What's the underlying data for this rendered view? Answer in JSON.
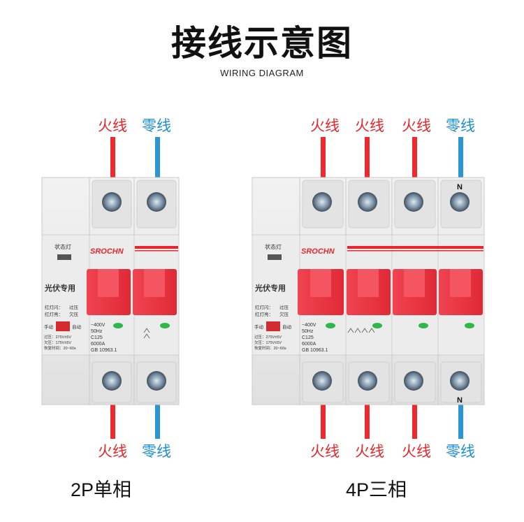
{
  "header": {
    "title": "接线示意图",
    "subtitle": "WIRING DIAGRAM"
  },
  "labels": {
    "live": "火线",
    "neutral": "零线"
  },
  "captions": {
    "two_pole": "2P单相",
    "four_pole": "4P三相"
  },
  "breaker": {
    "brand": "SROCHN",
    "status_light": "状态灯",
    "pv_use": "光伏专用",
    "red_flash": "红灯闪：",
    "over_voltage": "过压",
    "red_on": "红灯亮：",
    "under_voltage": "欠压",
    "manual": "手动",
    "auto": "自动",
    "ov_spec": "过压：275V±5V",
    "uv_spec": "欠压：175V±5V",
    "recovery": "恢复时间：20~60s",
    "spec_voltage": "~400V",
    "spec_freq": "50Hz",
    "spec_model": "C125",
    "spec_capacity": "6000A",
    "spec_standard": "GB 10963.1",
    "neutral_mark": "N"
  },
  "colors": {
    "live": "#ef2a2e",
    "neutral": "#2a96d4",
    "handle": "#ee3a44",
    "housing": "#e9e9e9"
  }
}
